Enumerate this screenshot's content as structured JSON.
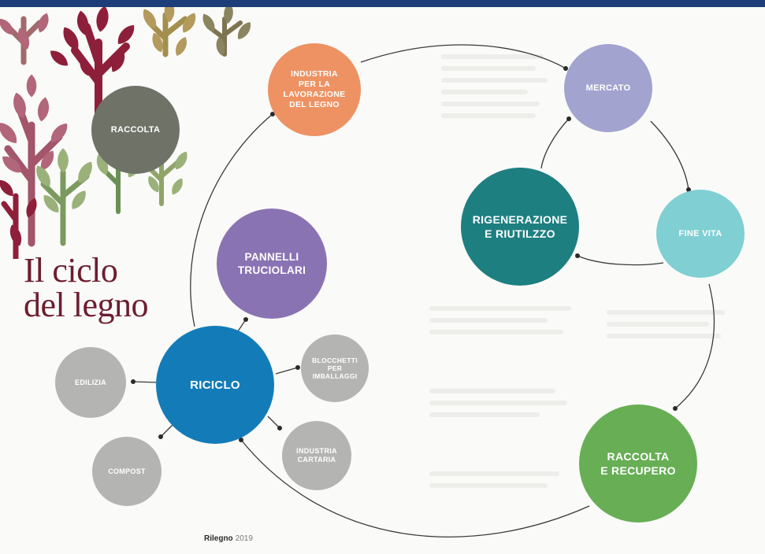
{
  "title": {
    "line1": "Il ciclo",
    "line2": "del legno"
  },
  "nodes": {
    "raccolta": "RACCOLTA",
    "industria": [
      "INDUSTRIA",
      "PER LA",
      "LAVORAZIONE",
      "DEL LEGNO"
    ],
    "mercato": "MERCATO",
    "rigenerazione": [
      "RIGENERAZIONE",
      "E RIUTILZZO"
    ],
    "fine_vita": "FINE VITA",
    "raccolta_recupero": [
      "RACCOLTA",
      "E RECUPERO"
    ],
    "pannelli": [
      "PANNELLI",
      "TRUCIOLARI"
    ],
    "riciclo": "RICICLO",
    "blocchetti": [
      "BLOCCHETTI",
      "PER",
      "IMBALLAGGI"
    ],
    "industria_cartaria": [
      "INDUSTRIA",
      "CARTARIA"
    ],
    "edilizia": "EDILIZIA",
    "compost": "COMPOST"
  },
  "colors": {
    "raccolta": "#6f7367",
    "industria": "#ee9263",
    "mercato": "#a3a3d0",
    "rigenerazione": "#1e7f80",
    "fine_vita": "#7fcfd3",
    "raccolta_recupero": "#67ae55",
    "pannelli": "#8a73b3",
    "riciclo": "#137cb8",
    "grey": "#b4b5b3",
    "title": "#6d1d2e",
    "header_bar": "#1d3e78"
  },
  "footer": {
    "brand": "Rilegno",
    "year": "2019"
  }
}
